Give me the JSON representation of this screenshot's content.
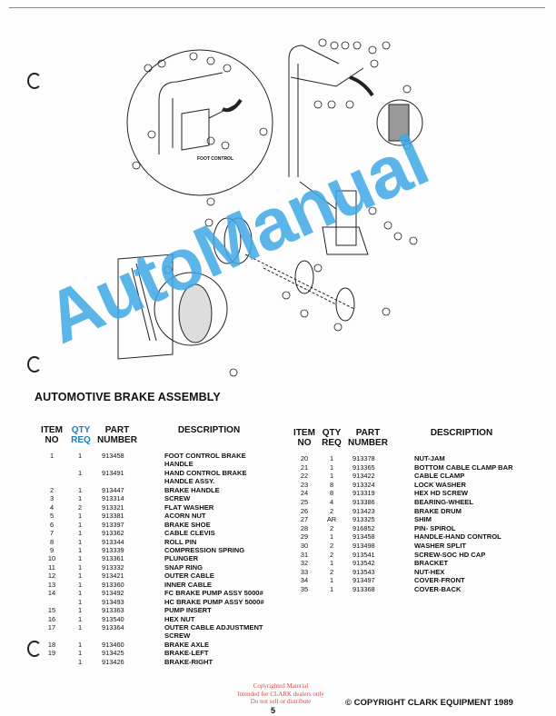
{
  "title": "AUTOMOTIVE BRAKE ASSEMBLY",
  "diagram_labels": {
    "foot_control": "FOOT CONTROL"
  },
  "headers": {
    "item": "ITEM",
    "item2": "NO",
    "qty": "QTY",
    "qty2": "REQ",
    "part": "PART",
    "part2": "NUMBER",
    "desc": "DESCRIPTION"
  },
  "left_rows": [
    {
      "item": "1",
      "qty": "1",
      "part": "913458",
      "desc": "FOOT CONTROL BRAKE"
    },
    {
      "item": "",
      "qty": "",
      "part": "",
      "desc": "HANDLE"
    },
    {
      "item": "",
      "qty": "1",
      "part": "913491",
      "desc": "HAND CONTROL BRAKE"
    },
    {
      "item": "",
      "qty": "",
      "part": "",
      "desc": "HANDLE ASSY."
    },
    {
      "item": "2",
      "qty": "1",
      "part": "913447",
      "desc": "BRAKE HANDLE"
    },
    {
      "item": "3",
      "qty": "1",
      "part": "913314",
      "desc": "SCREW"
    },
    {
      "item": "4",
      "qty": "2",
      "part": "913321",
      "desc": "FLAT WASHER"
    },
    {
      "item": "5",
      "qty": "1",
      "part": "913381",
      "desc": "ACORN NUT"
    },
    {
      "item": "6",
      "qty": "1",
      "part": "913397",
      "desc": "BRAKE SHOE"
    },
    {
      "item": "7",
      "qty": "1",
      "part": "913362",
      "desc": "CABLE CLEVIS"
    },
    {
      "item": "8",
      "qty": "1",
      "part": "913344",
      "desc": "ROLL PIN"
    },
    {
      "item": "9",
      "qty": "1",
      "part": "913339",
      "desc": "COMPRESSION SPRING"
    },
    {
      "item": "10",
      "qty": "1",
      "part": "913361",
      "desc": "PLUNGER"
    },
    {
      "item": "11",
      "qty": "1",
      "part": "913332",
      "desc": "SNAP RING"
    },
    {
      "item": "12",
      "qty": "1",
      "part": "913421",
      "desc": "OUTER CABLE"
    },
    {
      "item": "13",
      "qty": "1",
      "part": "913360",
      "desc": "INNER CABLE"
    },
    {
      "item": "14",
      "qty": "1",
      "part": "913492",
      "desc": "FC BRAKE PUMP ASSY 5000#"
    },
    {
      "item": "",
      "qty": "1",
      "part": "913493",
      "desc": "HC BRAKE PUMP ASSY 5000#"
    },
    {
      "item": "15",
      "qty": "1",
      "part": "913363",
      "desc": "PUMP INSERT"
    },
    {
      "item": "16",
      "qty": "1",
      "part": "913540",
      "desc": "HEX NUT"
    },
    {
      "item": "17",
      "qty": "1",
      "part": "913364",
      "desc": "OUTER CABLE ADJUSTMENT"
    },
    {
      "item": "",
      "qty": "",
      "part": "",
      "desc": "SCREW"
    },
    {
      "item": "18",
      "qty": "1",
      "part": "913460",
      "desc": "BRAKE AXLE"
    },
    {
      "item": "19",
      "qty": "1",
      "part": "913425",
      "desc": "BRAKE-LEFT"
    },
    {
      "item": "",
      "qty": "1",
      "part": "913426",
      "desc": "BRAKE-RIGHT"
    }
  ],
  "right_rows": [
    {
      "item": "20",
      "qty": "1",
      "part": "913378",
      "desc": "NUT-JAM"
    },
    {
      "item": "21",
      "qty": "1",
      "part": "913365",
      "desc": "BOTTOM CABLE CLAMP BAR"
    },
    {
      "item": "22",
      "qty": "1",
      "part": "913422",
      "desc": "CABLE CLAMP"
    },
    {
      "item": "23",
      "qty": "8",
      "part": "913324",
      "desc": "LOCK WASHER"
    },
    {
      "item": "24",
      "qty": "8",
      "part": "913319",
      "desc": "HEX HD SCREW"
    },
    {
      "item": "25",
      "qty": "4",
      "part": "913386",
      "desc": "BEARING-WHEEL"
    },
    {
      "item": "26",
      "qty": "2",
      "part": "913423",
      "desc": "BRAKE DRUM"
    },
    {
      "item": "27",
      "qty": "AR",
      "part": "913325",
      "desc": "SHIM"
    },
    {
      "item": "28",
      "qty": "2",
      "part": "916852",
      "desc": "PIN- SPIROL"
    },
    {
      "item": "29",
      "qty": "1",
      "part": "913458",
      "desc": "HANDLE-HAND CONTROL"
    },
    {
      "item": "30",
      "qty": "2",
      "part": "913498",
      "desc": "WASHER SPLIT"
    },
    {
      "item": "31",
      "qty": "2",
      "part": "913541",
      "desc": "SCREW-SOC HD CAP"
    },
    {
      "item": "32",
      "qty": "1",
      "part": "913542",
      "desc": "BRACKET"
    },
    {
      "item": "33",
      "qty": "2",
      "part": "913543",
      "desc": "NUT-HEX"
    },
    {
      "item": "34",
      "qty": "1",
      "part": "913497",
      "desc": "COVER-FRONT"
    },
    {
      "item": "35",
      "qty": "1",
      "part": "913368",
      "desc": "COVER-BACK"
    }
  ],
  "stamp": {
    "line1": "Copyrighted Material",
    "line2": "Intended for CLARK dealers only",
    "line3": "Do not sell or distribute"
  },
  "page_number": "5",
  "copyright": "© COPYRIGHT CLARK EQUIPMENT 1989",
  "watermark": "AutoManual"
}
